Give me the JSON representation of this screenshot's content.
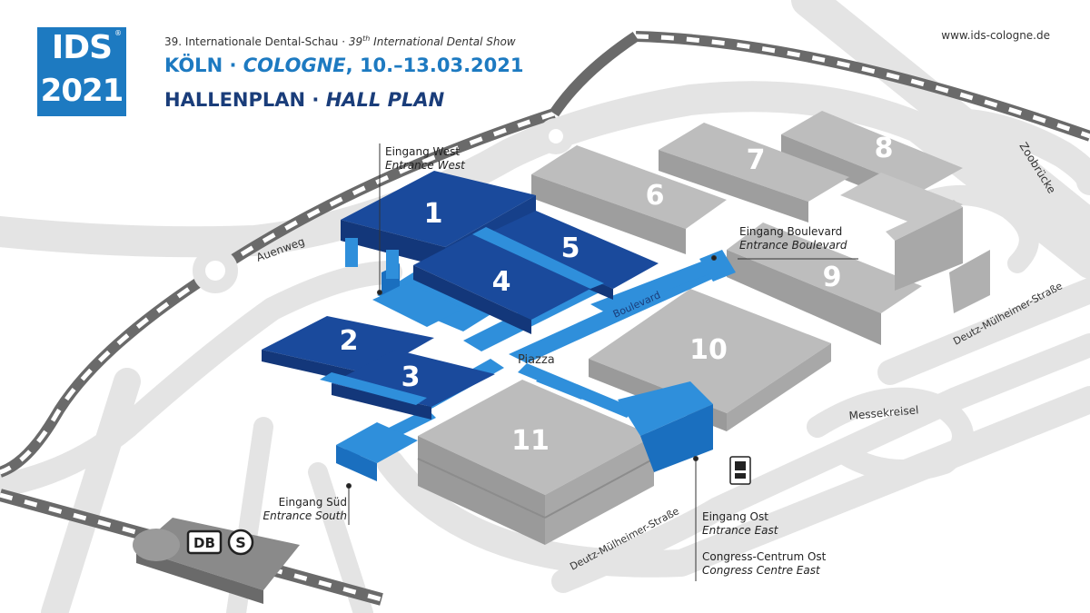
{
  "header": {
    "logo_top": "IDS",
    "logo_bottom": "2021",
    "logo_reg": "®",
    "subtitle_de": "39. Internationale Dental-Schau · ",
    "subtitle_en_num": "39",
    "subtitle_en_sup": "th",
    "subtitle_en_rest": " International Dental Show",
    "city_de": "KÖLN · ",
    "city_en": "COLOGNE",
    "dates": ", 10.–13.03.2021",
    "plan_de": "HALLENPLAN · ",
    "plan_en": "HALL PLAN",
    "url": "www.ids-cologne.de"
  },
  "halls": {
    "h1": "1",
    "h2": "2",
    "h3": "3",
    "h4": "4",
    "h5": "5",
    "h6": "6",
    "h7": "7",
    "h8": "8",
    "h9": "9",
    "h10": "10",
    "h11": "11"
  },
  "places": {
    "piazza": "Piazza",
    "boulevard": "Boulevard",
    "auenweg": "Auenweg",
    "zoobruecke": "Zoobrücke",
    "deutz_ne": "Deutz-Mülheimer-Straße",
    "deutz_s": "Deutz-Mülheimer-Straße",
    "messekreisel": "Messekreisel"
  },
  "entrances": {
    "west_de": "Eingang West",
    "west_en": "Entrance West",
    "boulevard_de": "Eingang Boulevard",
    "boulevard_en": "Entrance Boulevard",
    "south_de": "Eingang Süd",
    "south_en": "Entrance South",
    "east_de": "Eingang Ost",
    "east_en": "Entrance East",
    "congress_de": "Congress-Centrum Ost",
    "congress_en": "Congress Centre East"
  },
  "transit": {
    "db": "DB",
    "sbahn": "S",
    "tram": "tram-icon"
  },
  "colors": {
    "brand": "#1d7ac1",
    "hall_dark": "#1a4a9c",
    "hall_light": "#2f8fdb",
    "hall_grey": "#b8b8b8",
    "road": "#e6e6e6",
    "rail": "#666666"
  }
}
